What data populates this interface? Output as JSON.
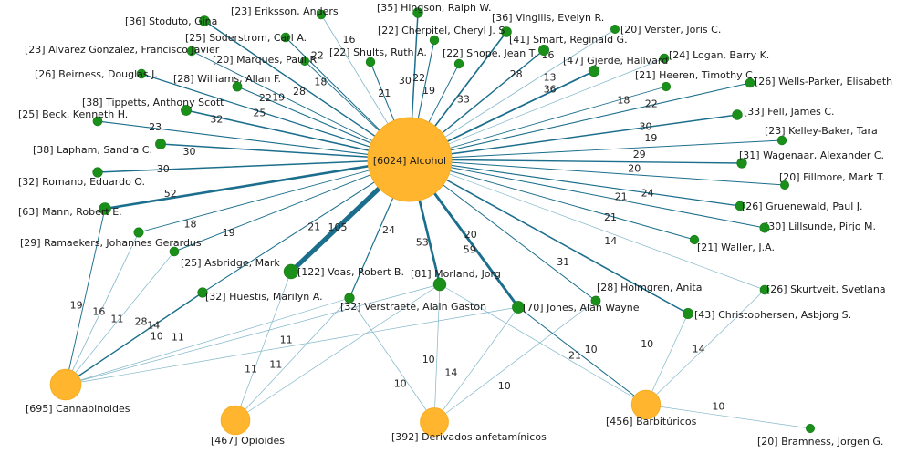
{
  "colors": {
    "author_node": "#1a8f1a",
    "substance_node": "#ffb52e",
    "substance_stroke": "#f7ad24",
    "edge_light": "#7fb6c9",
    "edge_dark": "#1b6e8c"
  },
  "nodes": [
    {
      "id": "alcohol",
      "label": "[6024] Alcohol",
      "kind": "substance",
      "count": 6024
    },
    {
      "id": "cannabinoides",
      "label": "[695] Cannabinoides",
      "kind": "substance",
      "count": 695
    },
    {
      "id": "opioides",
      "label": "[467] Opioides",
      "kind": "substance",
      "count": 467
    },
    {
      "id": "anfetaminicos",
      "label": "[392] Derivados anfetamínicos",
      "kind": "substance",
      "count": 392
    },
    {
      "id": "barbituricos",
      "label": "[456] Barbitúricos",
      "kind": "substance",
      "count": 456
    },
    {
      "id": "stoduto",
      "label": "[36] Stoduto, Gina",
      "kind": "author",
      "count": 36
    },
    {
      "id": "eriksson",
      "label": "[23] Eriksson, Anders",
      "kind": "author",
      "count": 23
    },
    {
      "id": "hingson",
      "label": "[35] Hingson, Ralph W.",
      "kind": "author",
      "count": 35
    },
    {
      "id": "vingilis",
      "label": "[36] Vingilis, Evelyn R.",
      "kind": "author",
      "count": 36
    },
    {
      "id": "soderstrom",
      "label": "[25] Soderstrom, Carl A.",
      "kind": "author",
      "count": 25
    },
    {
      "id": "cherpitel",
      "label": "[22] Cherpitel, Cheryl J. S",
      "kind": "author",
      "count": 22
    },
    {
      "id": "verster",
      "label": "[20] Verster, Joris C.",
      "kind": "author",
      "count": 20
    },
    {
      "id": "alvarez",
      "label": "[23] Alvarez Gonzalez, Francisco Javier",
      "kind": "author",
      "count": 23
    },
    {
      "id": "marques",
      "label": "[20] Marques, Paul R.",
      "kind": "author",
      "count": 20
    },
    {
      "id": "shults",
      "label": "[22] Shults, Ruth A.",
      "kind": "author",
      "count": 22
    },
    {
      "id": "shope",
      "label": "[22] Shope, Jean T.",
      "kind": "author",
      "count": 22
    },
    {
      "id": "smart",
      "label": "[41] Smart, Reginald G.",
      "kind": "author",
      "count": 41
    },
    {
      "id": "logan",
      "label": "[24] Logan, Barry K.",
      "kind": "author",
      "count": 24
    },
    {
      "id": "beirness",
      "label": "[26] Beirness, Douglas J.",
      "kind": "author",
      "count": 26
    },
    {
      "id": "williams",
      "label": "[28] Williams, Allan F.",
      "kind": "author",
      "count": 28
    },
    {
      "id": "gjerde",
      "label": "[47] Gjerde, Hallvard",
      "kind": "author",
      "count": 47
    },
    {
      "id": "heeren",
      "label": "[21] Heeren, Timothy C.",
      "kind": "author",
      "count": 21
    },
    {
      "id": "wellsparker",
      "label": "[26] Wells-Parker, Elisabeth",
      "kind": "author",
      "count": 26
    },
    {
      "id": "tippetts",
      "label": "[38] Tippetts, Anthony Scott",
      "kind": "author",
      "count": 38
    },
    {
      "id": "beck",
      "label": "[25] Beck, Kenneth H.",
      "kind": "author",
      "count": 25
    },
    {
      "id": "fell",
      "label": "[33] Fell, James C.",
      "kind": "author",
      "count": 33
    },
    {
      "id": "kelleybaker",
      "label": "[23] Kelley-Baker, Tara",
      "kind": "author",
      "count": 23
    },
    {
      "id": "lapham",
      "label": "[38] Lapham, Sandra C.",
      "kind": "author",
      "count": 38
    },
    {
      "id": "wagenaar",
      "label": "[31] Wagenaar, Alexander C.",
      "kind": "author",
      "count": 31
    },
    {
      "id": "romano",
      "label": "[32] Romano, Eduardo O.",
      "kind": "author",
      "count": 32
    },
    {
      "id": "fillmore",
      "label": "[20] Fillmore, Mark T.",
      "kind": "author",
      "count": 20
    },
    {
      "id": "mann",
      "label": "[63] Mann, Robert E.",
      "kind": "author",
      "count": 63
    },
    {
      "id": "gruenewald",
      "label": "[26] Gruenewald, Paul J.",
      "kind": "author",
      "count": 26
    },
    {
      "id": "lillsunde",
      "label": "[30] Lillsunde, Pirjo M.",
      "kind": "author",
      "count": 30
    },
    {
      "id": "ramaekers",
      "label": "[29] Ramaekers, Johannes Gerardus",
      "kind": "author",
      "count": 29
    },
    {
      "id": "waller",
      "label": "[21] Waller, J.A.",
      "kind": "author",
      "count": 21
    },
    {
      "id": "asbridge",
      "label": "[25] Asbridge, Mark",
      "kind": "author",
      "count": 25
    },
    {
      "id": "voas",
      "label": "[122] Voas, Robert B.",
      "kind": "author",
      "count": 122
    },
    {
      "id": "morland",
      "label": "[81] Morland, Jorg",
      "kind": "author",
      "count": 81
    },
    {
      "id": "holmgren",
      "label": "[28] Holmgren, Anita",
      "kind": "author",
      "count": 28
    },
    {
      "id": "skurtveit",
      "label": "[26] Skurtveit, Svetlana",
      "kind": "author",
      "count": 26
    },
    {
      "id": "huestis",
      "label": "[32] Huestis, Marilyn A.",
      "kind": "author",
      "count": 32
    },
    {
      "id": "verstraete",
      "label": "[32] Verstraete, Alain Gaston",
      "kind": "author",
      "count": 32
    },
    {
      "id": "jones",
      "label": "[70] Jones, Alan Wayne",
      "kind": "author",
      "count": 70
    },
    {
      "id": "christophersen",
      "label": "[43] Christophersen, Asbjorg S.",
      "kind": "author",
      "count": 43
    },
    {
      "id": "bramness",
      "label": "[20] Bramness, Jorgen G.",
      "kind": "author",
      "count": 20
    }
  ],
  "edges": [
    {
      "from": "stoduto",
      "to": "alcohol",
      "weight": 28
    },
    {
      "from": "eriksson",
      "to": "alcohol",
      "weight": 16
    },
    {
      "from": "hingson",
      "to": "alcohol",
      "weight": 30
    },
    {
      "from": "vingilis",
      "to": "alcohol",
      "weight": 33
    },
    {
      "from": "soderstrom",
      "to": "alcohol",
      "weight": 22
    },
    {
      "from": "cherpitel",
      "to": "alcohol",
      "weight": 22
    },
    {
      "from": "verster",
      "to": "alcohol",
      "weight": 16
    },
    {
      "from": "alvarez",
      "to": "alcohol",
      "weight": 19
    },
    {
      "from": "marques",
      "to": "alcohol",
      "weight": 18
    },
    {
      "from": "shults",
      "to": "alcohol",
      "weight": 21
    },
    {
      "from": "shope",
      "to": "alcohol",
      "weight": 19
    },
    {
      "from": "smart",
      "to": "alcohol",
      "weight": 28
    },
    {
      "from": "logan",
      "to": "alcohol",
      "weight": 13
    },
    {
      "from": "beirness",
      "to": "alcohol",
      "weight": 25
    },
    {
      "from": "williams",
      "to": "alcohol",
      "weight": 22
    },
    {
      "from": "gjerde",
      "to": "alcohol",
      "weight": 36
    },
    {
      "from": "heeren",
      "to": "alcohol",
      "weight": 18
    },
    {
      "from": "wellsparker",
      "to": "alcohol",
      "weight": 22
    },
    {
      "from": "tippetts",
      "to": "alcohol",
      "weight": 32
    },
    {
      "from": "beck",
      "to": "alcohol",
      "weight": 23
    },
    {
      "from": "fell",
      "to": "alcohol",
      "weight": 30
    },
    {
      "from": "kelleybaker",
      "to": "alcohol",
      "weight": 19
    },
    {
      "from": "lapham",
      "to": "alcohol",
      "weight": 30
    },
    {
      "from": "wagenaar",
      "to": "alcohol",
      "weight": 29
    },
    {
      "from": "romano",
      "to": "alcohol",
      "weight": 30
    },
    {
      "from": "fillmore",
      "to": "alcohol",
      "weight": 20
    },
    {
      "from": "mann",
      "to": "alcohol",
      "weight": 52
    },
    {
      "from": "gruenewald",
      "to": "alcohol",
      "weight": 24
    },
    {
      "from": "lillsunde",
      "to": "alcohol",
      "weight": 21
    },
    {
      "from": "ramaekers",
      "to": "alcohol",
      "weight": 18
    },
    {
      "from": "waller",
      "to": "alcohol",
      "weight": 21
    },
    {
      "from": "asbridge",
      "to": "alcohol",
      "weight": 19
    },
    {
      "from": "voas",
      "to": "alcohol",
      "weight": 105
    },
    {
      "from": "verstraete",
      "to": "alcohol",
      "weight": 24
    },
    {
      "from": "morland",
      "to": "alcohol",
      "weight": 53
    },
    {
      "from": "jones",
      "to": "alcohol",
      "weight": 59
    },
    {
      "from": "holmgren",
      "to": "alcohol",
      "weight": 20
    },
    {
      "from": "christophersen",
      "to": "alcohol",
      "weight": 31
    },
    {
      "from": "skurtveit",
      "to": "alcohol",
      "weight": 14
    },
    {
      "from": "huestis",
      "to": "alcohol",
      "weight": 21
    },
    {
      "from": "mann",
      "to": "cannabinoides",
      "weight": 19
    },
    {
      "from": "ramaekers",
      "to": "cannabinoides",
      "weight": 16
    },
    {
      "from": "asbridge",
      "to": "cannabinoides",
      "weight": 11
    },
    {
      "from": "huestis",
      "to": "cannabinoides",
      "weight": 28
    },
    {
      "from": "verstraete",
      "to": "cannabinoides",
      "weight": 11
    },
    {
      "from": "morland",
      "to": "cannabinoides",
      "weight": 14
    },
    {
      "from": "jones",
      "to": "cannabinoides",
      "weight": 10
    },
    {
      "from": "voas",
      "to": "opioides",
      "weight": 11
    },
    {
      "from": "verstraete",
      "to": "opioides",
      "weight": 11
    },
    {
      "from": "morland",
      "to": "opioides",
      "weight": 11
    },
    {
      "from": "verstraete",
      "to": "anfetaminicos",
      "weight": 10
    },
    {
      "from": "morland",
      "to": "anfetaminicos",
      "weight": 10
    },
    {
      "from": "jones",
      "to": "anfetaminicos",
      "weight": 14
    },
    {
      "from": "holmgren",
      "to": "anfetaminicos",
      "weight": 10
    },
    {
      "from": "jones",
      "to": "barbituricos",
      "weight": 21
    },
    {
      "from": "morland",
      "to": "barbituricos",
      "weight": 10
    },
    {
      "from": "christophersen",
      "to": "barbituricos",
      "weight": 10
    },
    {
      "from": "skurtveit",
      "to": "barbituricos",
      "weight": 14
    },
    {
      "from": "bramness",
      "to": "barbituricos",
      "weight": 10
    }
  ]
}
